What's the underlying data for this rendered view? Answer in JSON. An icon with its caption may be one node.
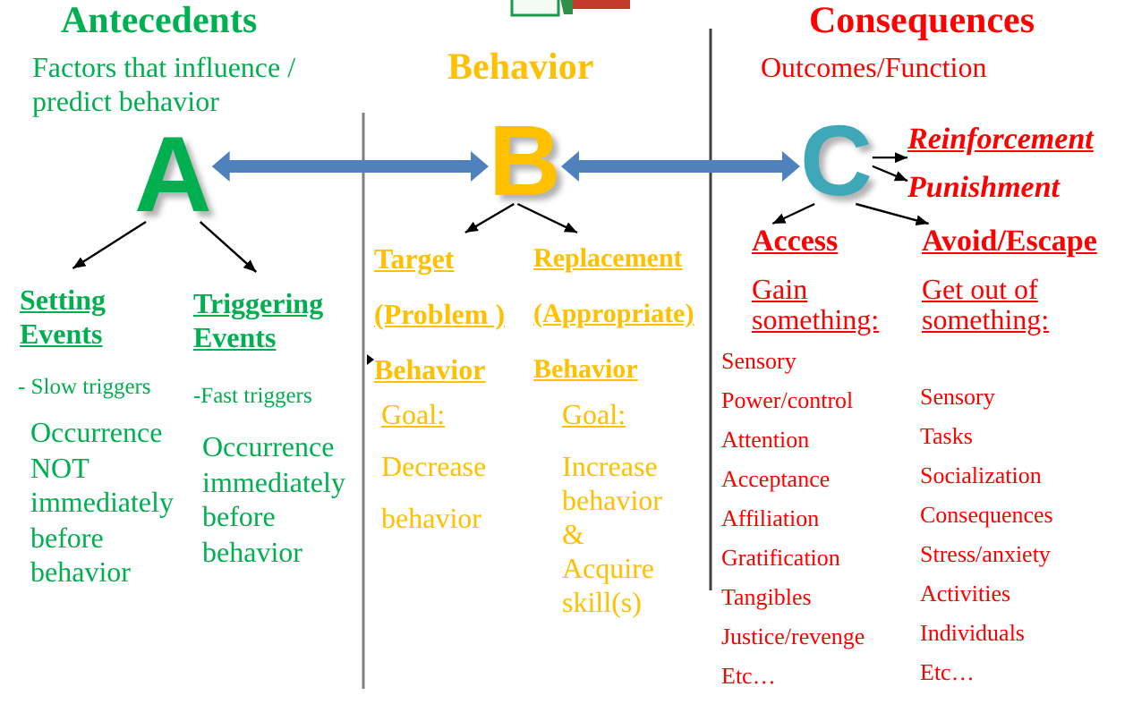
{
  "diagram": {
    "nodes": [
      {
        "text": [
          "A"
        ],
        "beside": [
          "Antecedents",
          "Factors that influence / predict behavior"
        ]
      },
      {
        "text": [
          "B"
        ],
        "beside": [
          "Behavior"
        ]
      },
      {
        "text": [
          "C"
        ],
        "beside": [
          "Consequences",
          "Outcomes/Function"
        ]
      },
      {
        "text": [
          "Setting Events",
          "- Slow triggers",
          "Occurrence NOT immediately before behavior"
        ]
      },
      {
        "text": [
          "Triggering Events",
          "-Fast triggers",
          "Occurrence immediately before behavior"
        ]
      },
      {
        "text": [
          "Target (Problem ) Behavior",
          "Goal:",
          "Decrease behavior"
        ]
      },
      {
        "text": [
          "Replacement (Appropriate) Behavior",
          "Goal:",
          "Increase behavior & Acquire skill(s)"
        ]
      },
      {
        "text": [
          "Reinforcement"
        ]
      },
      {
        "text": [
          "Punishment"
        ]
      },
      {
        "text": [
          "Access",
          "Gain something:",
          "Sensory",
          "Power/control",
          "Attention",
          "Acceptance",
          "Affiliation",
          "Gratification",
          "Tangibles",
          "Justice/revenge",
          "Etc…"
        ]
      },
      {
        "text": [
          "Avoid/Escape",
          "Get out of something:",
          "Sensory",
          "Tasks",
          "Socialization",
          "Consequences",
          "Stress/anxiety",
          "Activities",
          "Individuals",
          "Etc…"
        ]
      }
    ],
    "edges": [
      {
        "from": 0,
        "to": 3,
        "arrow": "to"
      },
      {
        "from": 0,
        "to": 4,
        "arrow": "to"
      },
      {
        "from": 0,
        "to": 1,
        "arrow": "both",
        "style": "thick",
        "color": "#4f81bd"
      },
      {
        "from": 1,
        "to": 5,
        "arrow": "to"
      },
      {
        "from": 1,
        "to": 6,
        "arrow": "to"
      },
      {
        "from": 1,
        "to": 2,
        "arrow": "both",
        "style": "thick",
        "color": "#4f81bd"
      },
      {
        "from": 2,
        "to": 7,
        "arrow": "to"
      },
      {
        "from": 2,
        "to": 8,
        "arrow": "to"
      },
      {
        "from": 2,
        "to": 9,
        "arrow": "to"
      },
      {
        "from": 2,
        "to": 10,
        "arrow": "to"
      }
    ]
  }
}
